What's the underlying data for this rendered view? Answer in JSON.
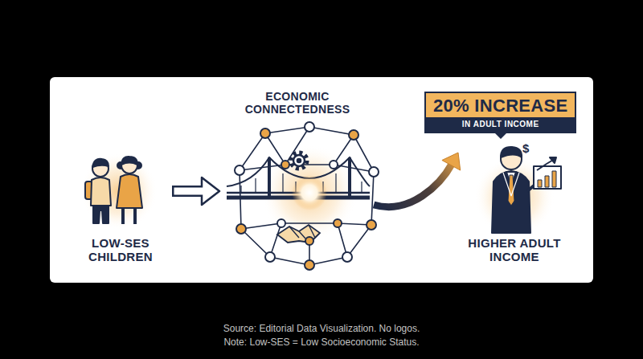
{
  "diagram": {
    "nodes": [
      {
        "text": [
          "LOW-SES CHILDREN"
        ]
      },
      {
        "text": [
          "ECONOMIC CONNECTEDNESS"
        ]
      },
      {
        "text": [
          "20% INCREASE",
          "IN ADULT INCOME"
        ]
      },
      {
        "text": [
          "HIGHER ADULT INCOME"
        ]
      }
    ],
    "edges": [
      {
        "from": 0,
        "to": 1,
        "arrow": "to"
      },
      {
        "from": 1,
        "to": 3,
        "arrow": "to"
      }
    ],
    "labels": [
      "$",
      "Source: Editorial Data Visualization. No logos.",
      "Note: Low-SES = Low Socioeconomic Status."
    ]
  }
}
